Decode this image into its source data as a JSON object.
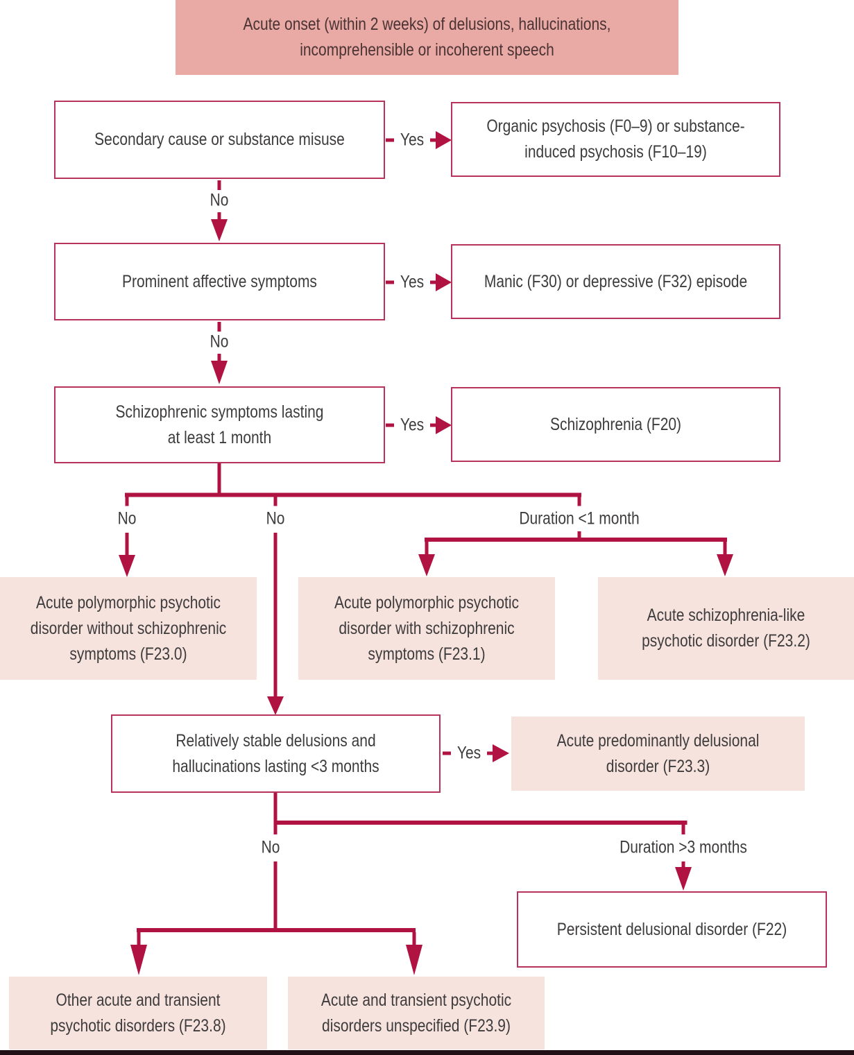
{
  "palette": {
    "crimson": "#b01342",
    "box_border": "#b8325c",
    "banner_bg": "#e9a9a5",
    "pink_bg": "#f7e3de",
    "text": "#3d3b3c"
  },
  "labels": {
    "yes": "Yes",
    "no": "No",
    "duration_lt1": "Duration <1 month",
    "duration_gt3": "Duration >3 months"
  },
  "nodes": {
    "acute_onset": {
      "lines": [
        "Acute onset (within 2 weeks) of delusions, hallucinations,",
        "incomprehensible or incoherent speech"
      ]
    },
    "secondary_cause": {
      "lines": [
        "Secondary cause or substance misuse"
      ]
    },
    "organic_psychosis": {
      "lines": [
        "Organic psychosis (F0–9) or substance-",
        "induced psychosis (F10–19)"
      ]
    },
    "affective_symptoms": {
      "lines": [
        "Prominent affective symptoms"
      ]
    },
    "manic_depressive": {
      "lines": [
        "Manic (F30) or depressive (F32) episode"
      ]
    },
    "schizophrenic_symptoms": {
      "lines": [
        "Schizophrenic symptoms lasting",
        "at least 1 month"
      ]
    },
    "schizophrenia": {
      "lines": [
        "Schizophrenia (F20)"
      ]
    },
    "f23_0": {
      "lines": [
        "Acute polymorphic psychotic",
        "disorder without schizophrenic",
        "symptoms (F23.0)"
      ]
    },
    "f23_1": {
      "lines": [
        "Acute polymorphic psychotic",
        "disorder with schizophrenic",
        "symptoms (F23.1)"
      ]
    },
    "f23_2": {
      "lines": [
        "Acute schizophrenia-like",
        "psychotic disorder (F23.2)"
      ]
    },
    "stable_delusions": {
      "lines": [
        "Relatively stable delusions and",
        "hallucinations lasting <3 months"
      ]
    },
    "f23_3": {
      "lines": [
        "Acute predominantly delusional",
        "disorder (F23.3)"
      ]
    },
    "f22": {
      "lines": [
        "Persistent delusional disorder (F22)"
      ]
    },
    "f23_8": {
      "lines": [
        "Other acute and transient",
        "psychotic disorders (F23.8)"
      ]
    },
    "f23_9": {
      "lines": [
        "Acute and transient psychotic",
        "disorders unspecified (F23.9)"
      ]
    }
  }
}
